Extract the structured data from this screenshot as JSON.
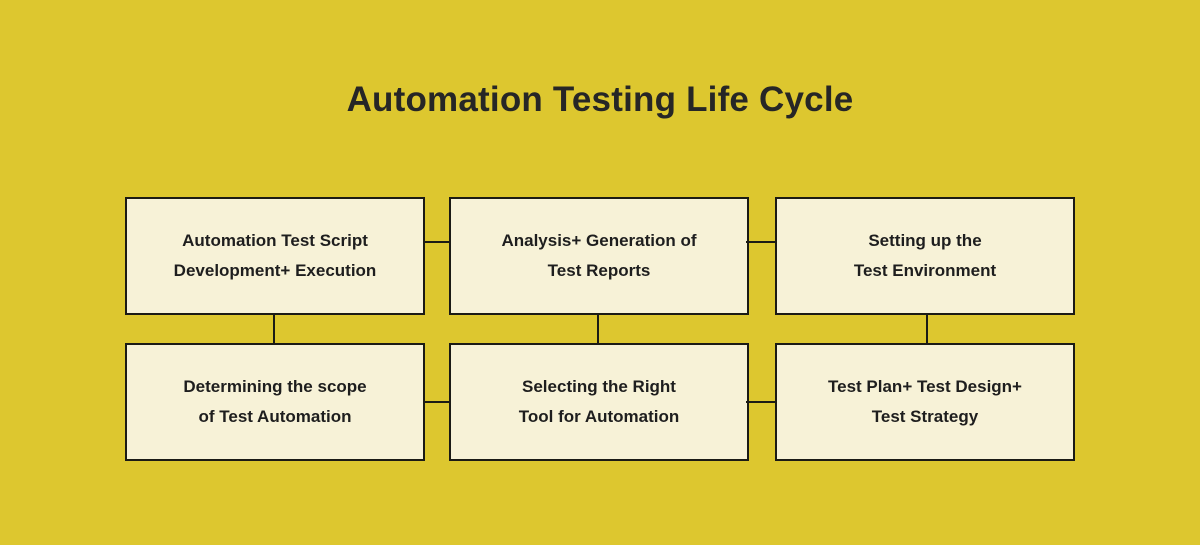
{
  "title": "Automation Testing Life Cycle",
  "colors": {
    "background": "#ddc72f",
    "box_fill": "#f7f2d7",
    "line": "#1b1b15",
    "text": "#1e1e1e",
    "title_text": "#262626"
  },
  "diagram": {
    "type": "flowchart",
    "boxes": [
      {
        "id": "automation-test-script",
        "row": 1,
        "col": 1,
        "lines": [
          "Automation Test Script",
          "Development+ Execution"
        ]
      },
      {
        "id": "analysis-generation-reports",
        "row": 1,
        "col": 2,
        "lines": [
          "Analysis+ Generation of",
          "Test Reports"
        ]
      },
      {
        "id": "setting-up-environment",
        "row": 1,
        "col": 3,
        "lines": [
          "Setting up the",
          "Test Environment"
        ]
      },
      {
        "id": "determining-scope",
        "row": 2,
        "col": 1,
        "lines": [
          "Determining the scope",
          "of Test Automation"
        ]
      },
      {
        "id": "selecting-right-tool",
        "row": 2,
        "col": 2,
        "lines": [
          "Selecting the Right",
          "Tool for Automation"
        ]
      },
      {
        "id": "test-plan-design-strategy",
        "row": 2,
        "col": 3,
        "lines": [
          "Test Plan+ Test Design+",
          "Test Strategy"
        ]
      }
    ],
    "connections": [
      "automation-test-script | analysis-generation-reports",
      "analysis-generation-reports | setting-up-environment",
      "automation-test-script | determining-scope",
      "analysis-generation-reports | selecting-right-tool",
      "setting-up-environment | test-plan-design-strategy",
      "determining-scope | selecting-right-tool",
      "selecting-right-tool | test-plan-design-strategy"
    ]
  }
}
